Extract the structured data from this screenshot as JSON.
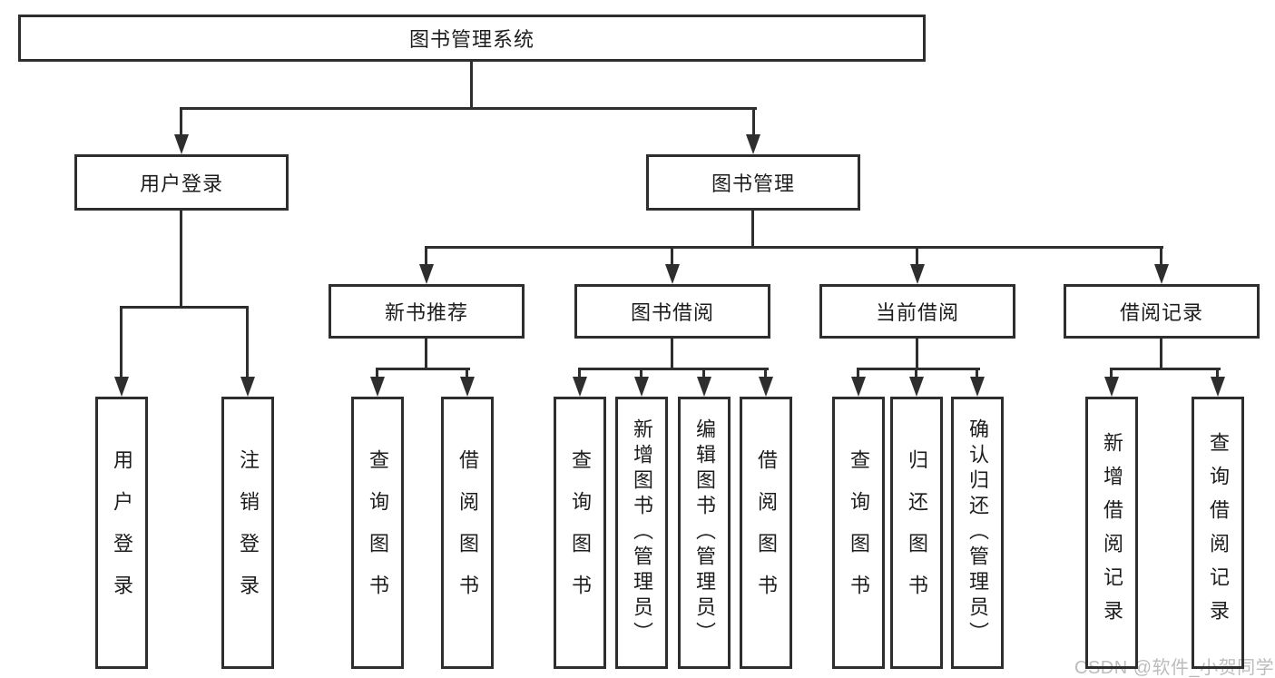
{
  "nodes": {
    "root": "图书管理系统",
    "l2_user": "用户登录",
    "l2_book": "图书管理",
    "l3_new": "新书推荐",
    "l3_borrow": "图书借阅",
    "l3_current": "当前借阅",
    "l3_record": "借阅记录",
    "leaf_user_login": "用户登录",
    "leaf_user_logout": "注销登录",
    "leaf_new_query": "查询图书",
    "leaf_new_borrow": "借阅图书",
    "leaf_borrow_query": "查询图书",
    "leaf_borrow_add": "新增图书（管理员）",
    "leaf_borrow_edit": "编辑图书（管理员）",
    "leaf_borrow_borrow": "借阅图书",
    "leaf_cur_query": "查询图书",
    "leaf_cur_return": "归还图书",
    "leaf_cur_confirm": "确认归还（管理员）",
    "leaf_rec_add": "新增借阅记录",
    "leaf_rec_query": "查询借阅记录"
  },
  "structure": {
    "图书管理系统": [
      "用户登录",
      "图书管理"
    ],
    "用户登录": [
      "用户登录",
      "注销登录"
    ],
    "图书管理": [
      "新书推荐",
      "图书借阅",
      "当前借阅",
      "借阅记录"
    ],
    "新书推荐": [
      "查询图书",
      "借阅图书"
    ],
    "图书借阅": [
      "查询图书",
      "新增图书（管理员）",
      "编辑图书（管理员）",
      "借阅图书"
    ],
    "当前借阅": [
      "查询图书",
      "归还图书",
      "确认归还（管理员）"
    ],
    "借阅记录": [
      "新增借阅记录",
      "查询借阅记录"
    ]
  },
  "colors": {
    "line": "#2e2e2e",
    "text": "#1d1d1d",
    "background": "#ffffff",
    "watermark": "#bcbcbc"
  },
  "watermark": "CSDN @软件_小贺同学"
}
